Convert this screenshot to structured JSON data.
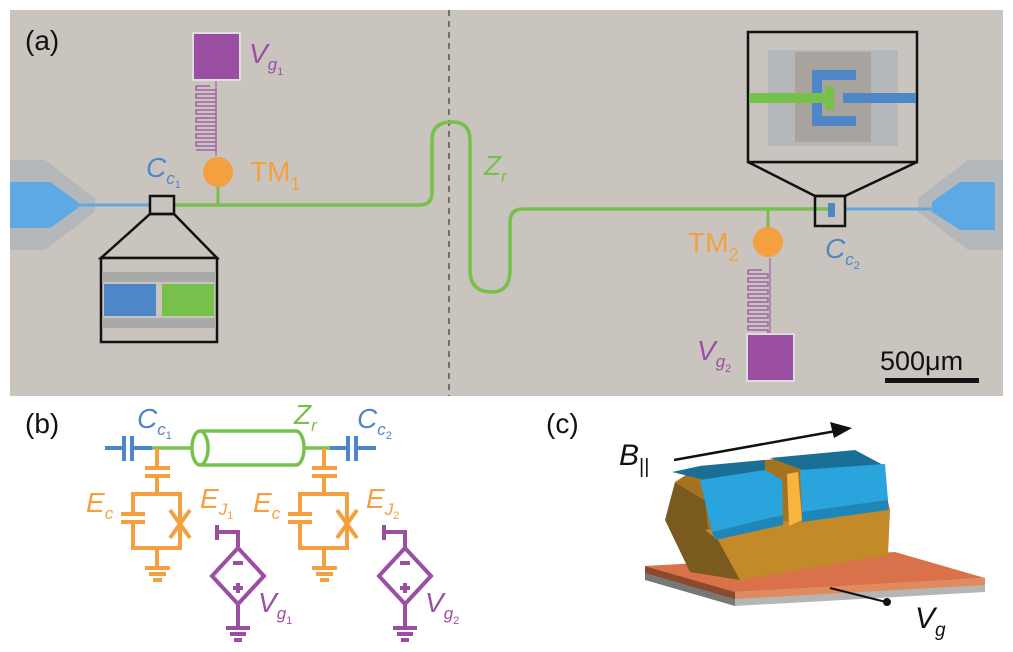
{
  "colors": {
    "chip_bg": "#c9c5be",
    "green": "#78c04c",
    "blue": "#4f86c8",
    "light_blue": "#5ea8e3",
    "orange": "#f5a040",
    "purple": "#9b4fa3",
    "gray_label": "#111111"
  },
  "panel_a": {
    "label": "(a)",
    "cc1": {
      "main": "C",
      "sub": "c",
      "subsub": "1"
    },
    "cc2": {
      "main": "C",
      "sub": "c",
      "subsub": "2"
    },
    "vg1": {
      "main": "V",
      "sub": "g",
      "subsub": "1"
    },
    "vg2": {
      "main": "V",
      "sub": "g",
      "subsub": "2"
    },
    "tm1": {
      "main": "TM",
      "sub": "1"
    },
    "tm2": {
      "main": "TM",
      "sub": "2"
    },
    "zr": {
      "main": "Z",
      "sub": "r"
    },
    "scale_bar": "500μm"
  },
  "panel_b": {
    "label": "(b)",
    "cc1": {
      "main": "C",
      "sub": "c",
      "subsub": "1"
    },
    "cc2": {
      "main": "C",
      "sub": "c",
      "subsub": "2"
    },
    "zr": {
      "main": "Z",
      "sub": "r"
    },
    "ec_left": {
      "main": "E",
      "sub": "c"
    },
    "ec_right": {
      "main": "E",
      "sub": "c"
    },
    "ej1": {
      "main": "E",
      "sub": "J",
      "subsub": "1"
    },
    "ej2": {
      "main": "E",
      "sub": "J",
      "subsub": "2"
    },
    "vg1": {
      "main": "V",
      "sub": "g",
      "subsub": "1"
    },
    "vg2": {
      "main": "V",
      "sub": "g",
      "subsub": "2"
    }
  },
  "panel_c": {
    "label": "(c)",
    "bfield": {
      "main": "B",
      "sub": "||"
    },
    "vg": {
      "main": "V",
      "sub": "g"
    }
  }
}
